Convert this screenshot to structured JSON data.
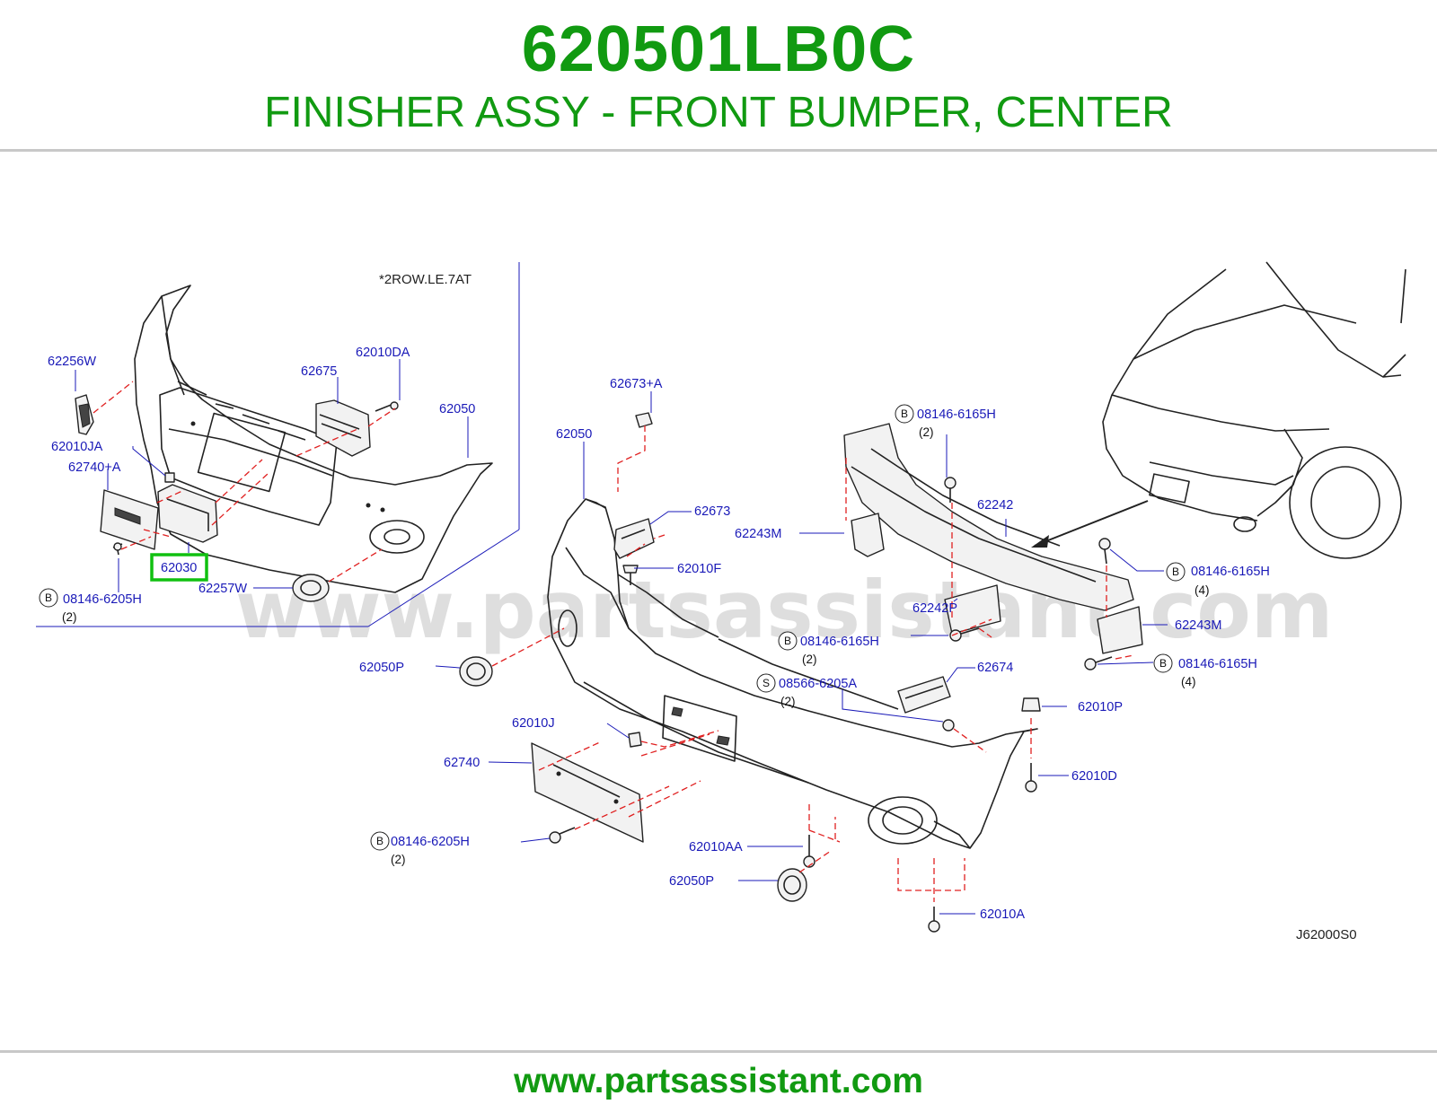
{
  "header": {
    "part_number": "620501LB0C",
    "part_name": "FINISHER ASSY - FRONT BUMPER, CENTER"
  },
  "diagram": {
    "note": "*2ROW.LE.7AT",
    "code": "J62000S0",
    "highlighted_part": "62030",
    "watermark": "www.partsassistant.com",
    "highlight_color": "#10c010",
    "labels": {
      "l62256W": "62256W",
      "l62675": "62675",
      "l62010DA": "62010DA",
      "l62050_inset": "62050",
      "l62010JA": "62010JA",
      "l62740A": "62740+A",
      "l62030": "62030",
      "l62257W": "62257W",
      "l08146_6205H_inset": "08146-6205H",
      "l62673A": "62673+A",
      "l62050_main": "62050",
      "l62673": "62673",
      "l62010F": "62010F",
      "l62050P_upper": "62050P",
      "l62010J": "62010J",
      "l62740": "62740",
      "l08146_6205H_main": "08146-6205H",
      "l62010AA": "62010AA",
      "l62050P_lower": "62050P",
      "l62010A": "62010A",
      "l08146_6165H_top": "08146-6165H",
      "l62242": "62242",
      "l62243M_left": "62243M",
      "l62242P": "62242P",
      "l08146_6165H_mid": "08146-6165H",
      "l08566_6205A": "08566-6205A",
      "l62674": "62674",
      "l62010P": "62010P",
      "l62010D": "62010D",
      "l08146_6165H_right": "08146-6165H",
      "l62243M_right": "62243M",
      "l08146_6165H_lower": "08146-6165H"
    },
    "quantities": {
      "q_inset_bolt": "(2)",
      "q_main_bolt": "(2)",
      "q_top": "(2)",
      "q_mid": "(2)",
      "q_screw": "(2)",
      "q_right": "(4)",
      "q_lower": "(4)"
    },
    "markers": {
      "bolt": "B",
      "screw": "S"
    }
  },
  "footer": {
    "url": "www.partsassistant.com"
  }
}
